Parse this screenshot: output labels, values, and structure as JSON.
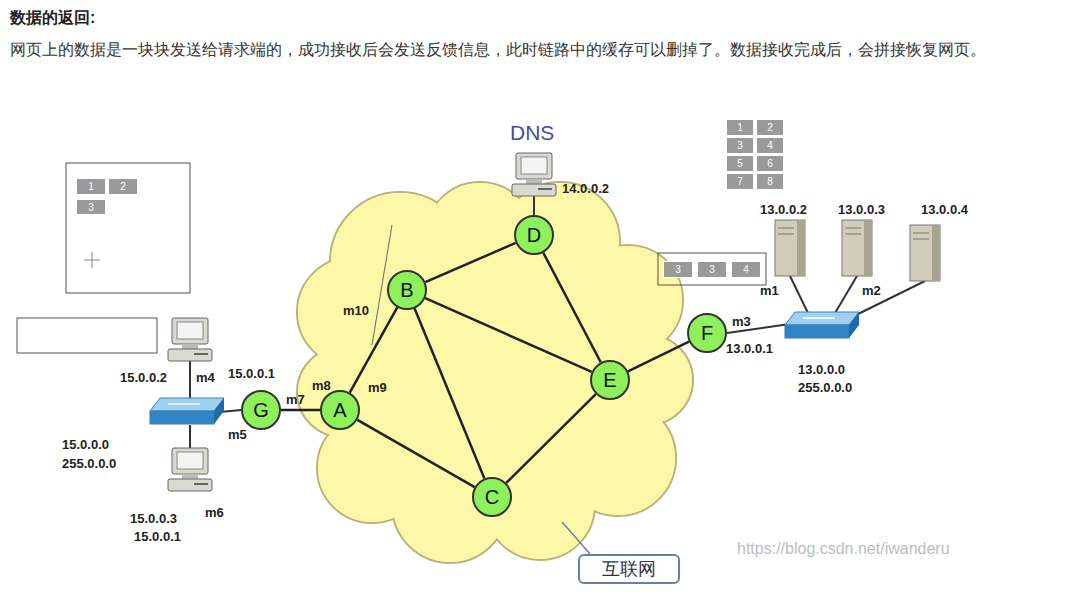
{
  "diagram": {
    "title": "数据的返回:",
    "nodes": [
      {
        "text": [
          "1"
        ]
      },
      {
        "text": [
          "2"
        ]
      },
      {
        "text": [
          "3"
        ]
      },
      {
        "text": [
          "4"
        ]
      },
      {
        "text": [
          "5"
        ]
      },
      {
        "text": [
          "6"
        ]
      },
      {
        "text": [
          "7"
        ]
      },
      {
        "text": [
          "8"
        ]
      },
      {
        "text": [
          "1"
        ]
      },
      {
        "text": [
          "2"
        ]
      },
      {
        "text": [
          "3"
        ]
      },
      {
        "text": [
          "D"
        ]
      },
      {
        "text": [
          "3"
        ]
      },
      {
        "text": [
          "3"
        ]
      },
      {
        "text": [
          "4"
        ]
      },
      {
        "text": [
          "B"
        ]
      },
      {
        "text": [
          "F"
        ]
      },
      {
        "text": [
          "E"
        ]
      },
      {
        "text": [
          "G"
        ]
      },
      {
        "text": [
          "A"
        ]
      },
      {
        "text": [
          "C"
        ]
      },
      {
        "text": [
          "互联网"
        ]
      }
    ],
    "edges": [
      {
        "from": 18,
        "to": 19,
        "arrow": "none"
      },
      {
        "from": 19,
        "to": 15,
        "arrow": "none"
      },
      {
        "from": 19,
        "to": 20,
        "arrow": "none"
      },
      {
        "from": 15,
        "to": 11,
        "arrow": "none"
      },
      {
        "from": 15,
        "to": 17,
        "arrow": "none"
      },
      {
        "from": 15,
        "to": 20,
        "arrow": "none"
      },
      {
        "from": 11,
        "to": 17,
        "arrow": "none"
      },
      {
        "from": 20,
        "to": 17,
        "arrow": "none"
      },
      {
        "from": 17,
        "to": 16,
        "arrow": "none"
      }
    ],
    "labels": [
      "网页上的数据是一块块发送给请求端的，成功接收后会发送反馈信息，此时链路中的缓存可以删掉了。数据接收完成后，会拼接恢复网页。",
      "DNS",
      "14.0.0.2",
      "13.0.0.2",
      "13.0.0.3",
      "13.0.0.4",
      "m1",
      "m2",
      "m3",
      "13.0.0.1",
      "13.0.0.0",
      "255.0.0.0",
      "m10",
      "m8",
      "m9",
      "15.0.0.2",
      "m4",
      "15.0.0.1",
      "m7",
      "m5",
      "15.0.0.0",
      "255.0.0.0",
      "15.0.0.3",
      "15.0.0.1",
      "m6",
      "https://blog.csdn.net/iwanderu"
    ]
  }
}
